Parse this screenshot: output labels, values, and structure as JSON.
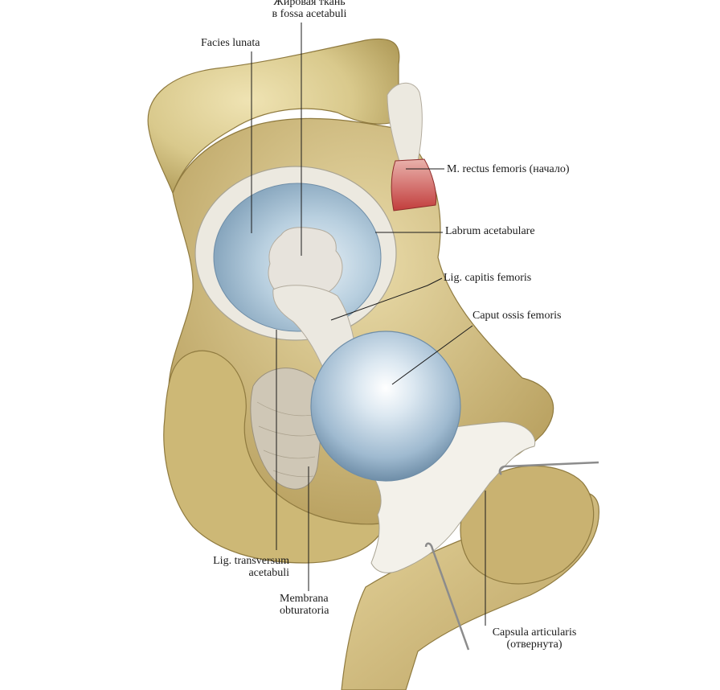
{
  "labels": {
    "fat_tissue": {
      "line1": "Жировая ткань",
      "line2": "в fossa acetabuli"
    },
    "facies_lunata": "Facies lunata",
    "rectus_femoris": "M. rectus femoris (начало)",
    "labrum": "Labrum acetabulare",
    "lig_capitis": "Lig. capitis femoris",
    "caput": "Caput ossis femoris",
    "lig_transversum": {
      "line1": "Lig. transversum",
      "line2": "acetabuli"
    },
    "membrana": {
      "line1": "Membrana",
      "line2": "obturatoria"
    },
    "capsula": {
      "line1": "Capsula articularis",
      "line2": "(отвернута)"
    }
  },
  "colors": {
    "bone": "#d9c98c",
    "bone_shadow": "#a8924f",
    "cartilage": "#a9c3d6",
    "ligament": "#e6e6e0",
    "muscle": "#c8504f",
    "leader": "#1b1b1b"
  }
}
